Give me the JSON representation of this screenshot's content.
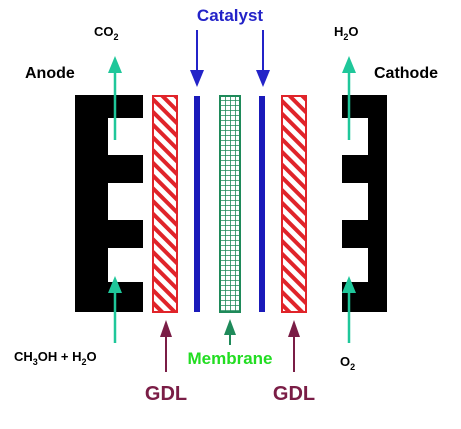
{
  "labels": {
    "catalyst": "Catalyst",
    "anode": "Anode",
    "cathode": "Cathode",
    "anode_out_main": "CO",
    "anode_out_sub": "2",
    "cathode_out_main": "H",
    "cathode_out_sub": "2",
    "cathode_out_tail": "O",
    "anode_in_a": "CH",
    "anode_in_sub": "3",
    "anode_in_b": "OH + H",
    "anode_in_sub2": "2",
    "anode_in_c": "O",
    "cathode_in_main": "O",
    "cathode_in_sub": "2",
    "membrane": "Membrane",
    "gdl_left": "GDL",
    "gdl_right": "GDL"
  },
  "colors": {
    "electrode": "#000000",
    "gdl_stripe": "#e0242a",
    "catalyst": "#1a1aba",
    "membrane": "#1f8a5a",
    "flow_arrow": "#1fc79a",
    "membrane_label": "#22dd22",
    "gdl_label": "#7a1d46",
    "catalyst_label": "#2323c8"
  }
}
